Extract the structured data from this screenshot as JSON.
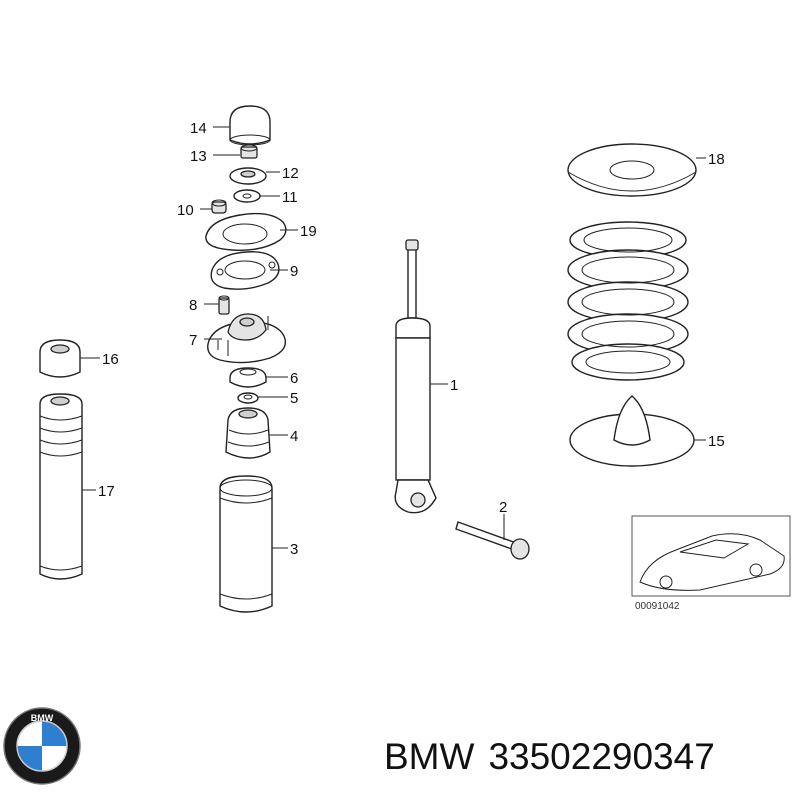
{
  "callouts": [
    {
      "id": "1",
      "label": "1"
    },
    {
      "id": "2",
      "label": "2"
    },
    {
      "id": "3",
      "label": "3"
    },
    {
      "id": "4",
      "label": "4"
    },
    {
      "id": "5",
      "label": "5"
    },
    {
      "id": "6",
      "label": "6"
    },
    {
      "id": "7",
      "label": "7"
    },
    {
      "id": "8",
      "label": "8"
    },
    {
      "id": "9",
      "label": "9"
    },
    {
      "id": "10",
      "label": "10"
    },
    {
      "id": "11",
      "label": "11"
    },
    {
      "id": "12",
      "label": "12"
    },
    {
      "id": "13",
      "label": "13"
    },
    {
      "id": "14",
      "label": "14"
    },
    {
      "id": "15",
      "label": "15"
    },
    {
      "id": "16",
      "label": "16"
    },
    {
      "id": "17",
      "label": "17"
    },
    {
      "id": "18",
      "label": "18"
    },
    {
      "id": "19",
      "label": "19"
    }
  ],
  "inset": {
    "reference_number": "00091042"
  },
  "caption": {
    "brand": "BMW",
    "part_number": "33502290347"
  },
  "logo": {
    "letters": "BMW",
    "colors": {
      "blue": "#2f7fd1",
      "white": "#ffffff",
      "ring": "#1a1a1a"
    }
  }
}
